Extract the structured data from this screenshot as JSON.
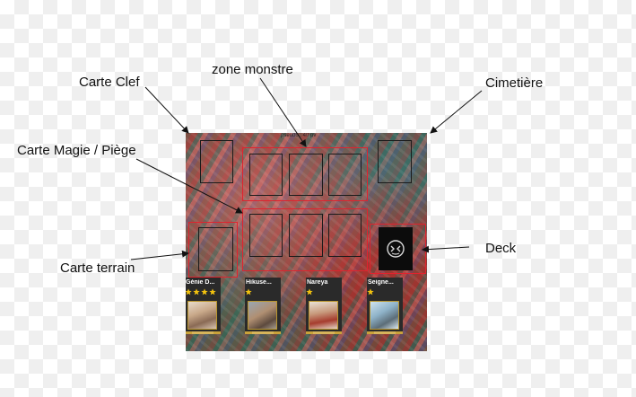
{
  "labels": {
    "carte_clef": "Carte Clef",
    "zone_monstre": "zone monstre",
    "cimetiere": "Cimetière",
    "carte_magie_piege": "Carte Magie / Piège",
    "deck": "Deck",
    "carte_terrain": "Carte terrain"
  },
  "board": {
    "opponent_text": "pseudo : 40 pv",
    "hand_cards": [
      {
        "name": "Génie D...",
        "stars": 4
      },
      {
        "name": "Hikuse...",
        "stars": 1
      },
      {
        "name": "Nareya",
        "stars": 1
      },
      {
        "name": "Seigne...",
        "stars": 1
      }
    ]
  },
  "colors": {
    "zone_outline": "#e0232e",
    "slot_outline": "#1b1b1b",
    "star": "#f2c20f"
  }
}
